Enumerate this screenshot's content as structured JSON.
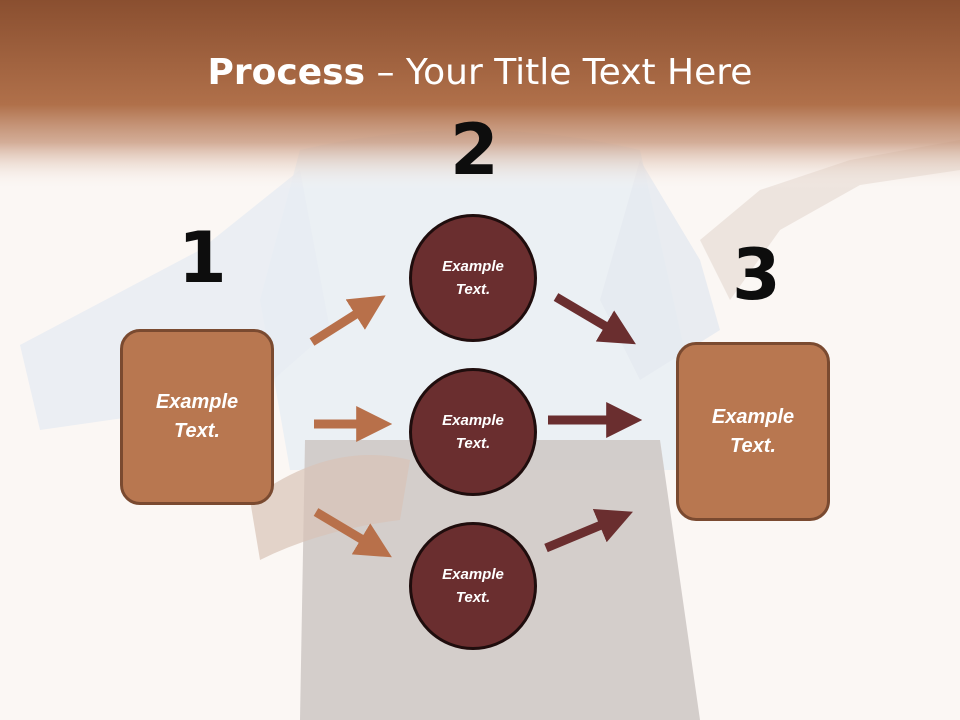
{
  "slide": {
    "title_bold": "Process",
    "title_rest": " – Your Title Text Here",
    "colors": {
      "header": "#a9643f",
      "box": "#b87750",
      "circle": "#6a2e2f",
      "arrow_light": "#b8704a",
      "arrow_dark": "#6a2e2f"
    }
  },
  "steps": {
    "num1": "1",
    "num2": "2",
    "num3": "3"
  },
  "boxes": {
    "left": "Example\nText.",
    "right": "Example\nText."
  },
  "circles": {
    "top": "Example\nText.",
    "middle": "Example\nText.",
    "bottom": "Example\nText."
  }
}
